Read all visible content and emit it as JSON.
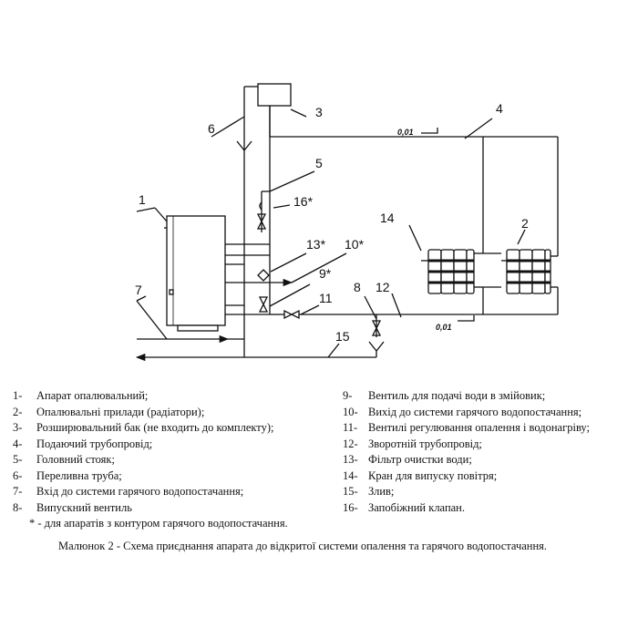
{
  "diagram": {
    "callouts": [
      "1",
      "2",
      "3",
      "4",
      "5",
      "6",
      "7",
      "8",
      "9*",
      "10*",
      "11",
      "12",
      "13*",
      "14",
      "15",
      "16*"
    ],
    "slope_upper": "0,01",
    "slope_lower": "0,01"
  },
  "legend_left": [
    {
      "num": "1-",
      "text": "Апарат опалювальний;"
    },
    {
      "num": "2-",
      "text": "Опалювальні прилади (радіатори);"
    },
    {
      "num": "3-",
      "text": "Розширювальний бак (не входить до комплекту);"
    },
    {
      "num": "4-",
      "text": "Подаючий трубопровід;"
    },
    {
      "num": "5-",
      "text": "Головний стояк;"
    },
    {
      "num": "6-",
      "text": "Переливна труба;"
    },
    {
      "num": "7-",
      "text": "Вхід до системи гарячого водопостачання;"
    },
    {
      "num": "8-",
      "text": "Випускний вентиль"
    }
  ],
  "legend_right": [
    {
      "num": "9-",
      "text": "Вентиль для подачі води в змійовик;"
    },
    {
      "num": "10-",
      "text": "Вихід до системи гарячого водопостачання;"
    },
    {
      "num": "11-",
      "text": "Вентилі регулювання опалення і водонагріву;"
    },
    {
      "num": "12-",
      "text": "Зворотній трубопровід;"
    },
    {
      "num": "13-",
      "text": "Фільтр очистки води;"
    },
    {
      "num": "14-",
      "text": "Кран для випуску повітря;"
    },
    {
      "num": "15-",
      "text": "Злив;"
    },
    {
      "num": "16-",
      "text": "Запобіжний клапан."
    }
  ],
  "note": "* - для апаратів з контуром гарячого водопостачання.",
  "caption": "Малюнок 2 - Схема приєднання апарата до відкритої системи опалення та гарячого водопостачання."
}
